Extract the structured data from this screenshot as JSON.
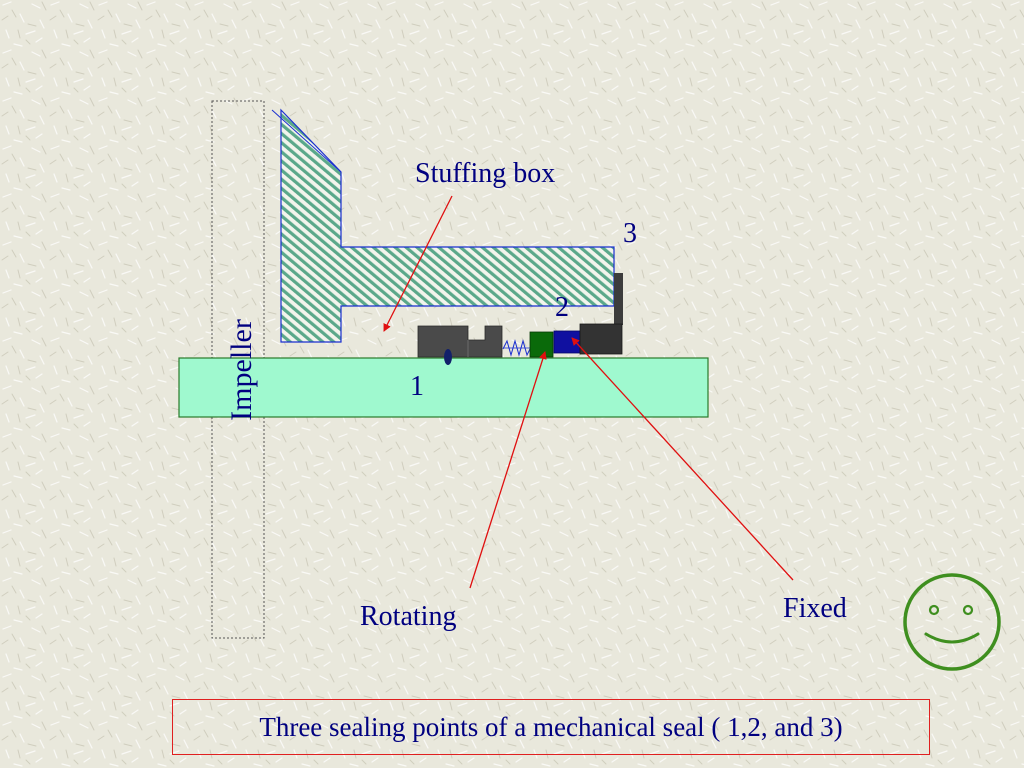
{
  "diagram": {
    "labels": {
      "stuffing_box": "Stuffing box",
      "impeller": "Impeller",
      "rotating": "Rotating",
      "fixed": "Fixed",
      "point_1": "1",
      "point_2": "2",
      "point_3": "3"
    },
    "caption": "Three sealing points of a mechanical seal ( 1,2, and 3)"
  },
  "colors": {
    "background": "#e9e8dc",
    "shaft_fill": "#9ff9cf",
    "shaft_stroke": "#2a7a2a",
    "stuffing_box_hatch": "#5aa88a",
    "stuffing_box_outline": "#1a2fd0",
    "seal_dark": "#3c3c3c",
    "rotating_face": "#0a6a0a",
    "fixed_face": "#1010a0",
    "arrow": "#e01010",
    "text": "#000080",
    "smiley": "#3f8f1f"
  },
  "icons": {
    "smiley": "smiley-face-icon"
  }
}
